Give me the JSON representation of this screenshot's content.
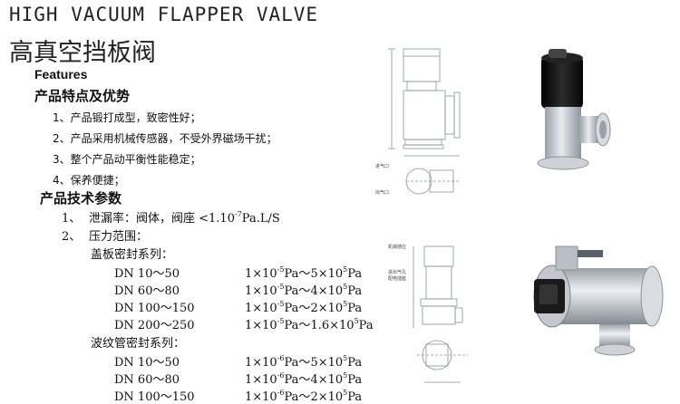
{
  "header": {
    "title_en": "HIGH VACUUM FLAPPER VALVE",
    "title_zh": "高真空挡板阀"
  },
  "features": {
    "label_en": "Features",
    "heading_zh": "产品特点及优势",
    "items": [
      "1、产品锻打成型，致密性好；",
      "2、产品采用机械传感器，不受外界磁场干扰；",
      "3、整个产品动平衡性能稳定；",
      "4、保养便捷；"
    ]
  },
  "specs": {
    "heading": "产品技术参数",
    "leak_num": "1、",
    "leak_text": "泄漏率：阀体，阀座  <1.10",
    "leak_exp": "-7",
    "leak_unit": "Pa.L/S",
    "pressure_num": "2、",
    "pressure_label": "压力范围：",
    "plate_series_label": "盖板密封系列：",
    "plate_series": [
      {
        "dn": "DN 10～50",
        "low_exp": "-5",
        "high": "5",
        "high_exp": "5"
      },
      {
        "dn": "DN 60～80",
        "low_exp": "-5",
        "high": "4",
        "high_exp": "5"
      },
      {
        "dn": "DN 100～150",
        "low_exp": "-5",
        "high": "2",
        "high_exp": "5"
      },
      {
        "dn": "DN 200～250",
        "low_exp": "-5",
        "high": "1.6",
        "high_exp": "5"
      }
    ],
    "bellows_series_label": "波纹管密封系列：",
    "bellows_series": [
      {
        "dn": "DN 10～50",
        "low_exp": "-6",
        "high": "5",
        "high_exp": "5"
      },
      {
        "dn": "DN 60～80",
        "low_exp": "-6",
        "high": "4",
        "high_exp": "5"
      },
      {
        "dn": "DN 100～150",
        "low_exp": "-6",
        "high": "2",
        "high_exp": "5"
      }
    ],
    "pa_prefix": "1×10",
    "pa_mid": "Pa～",
    "pa_times": "×10",
    "pa_end": "Pa"
  },
  "drawing_labels": {
    "top_label_1": "进气口",
    "top_label_2": "出气口",
    "bottom_label_1": "机械感应",
    "bottom_label_2": "进出气孔",
    "bottom_label_3": "配电插座"
  },
  "colors": {
    "text": "#111111",
    "line_drawing": "#8a8fa8",
    "steel": "#c8ccd2",
    "actuator": "#151515"
  }
}
